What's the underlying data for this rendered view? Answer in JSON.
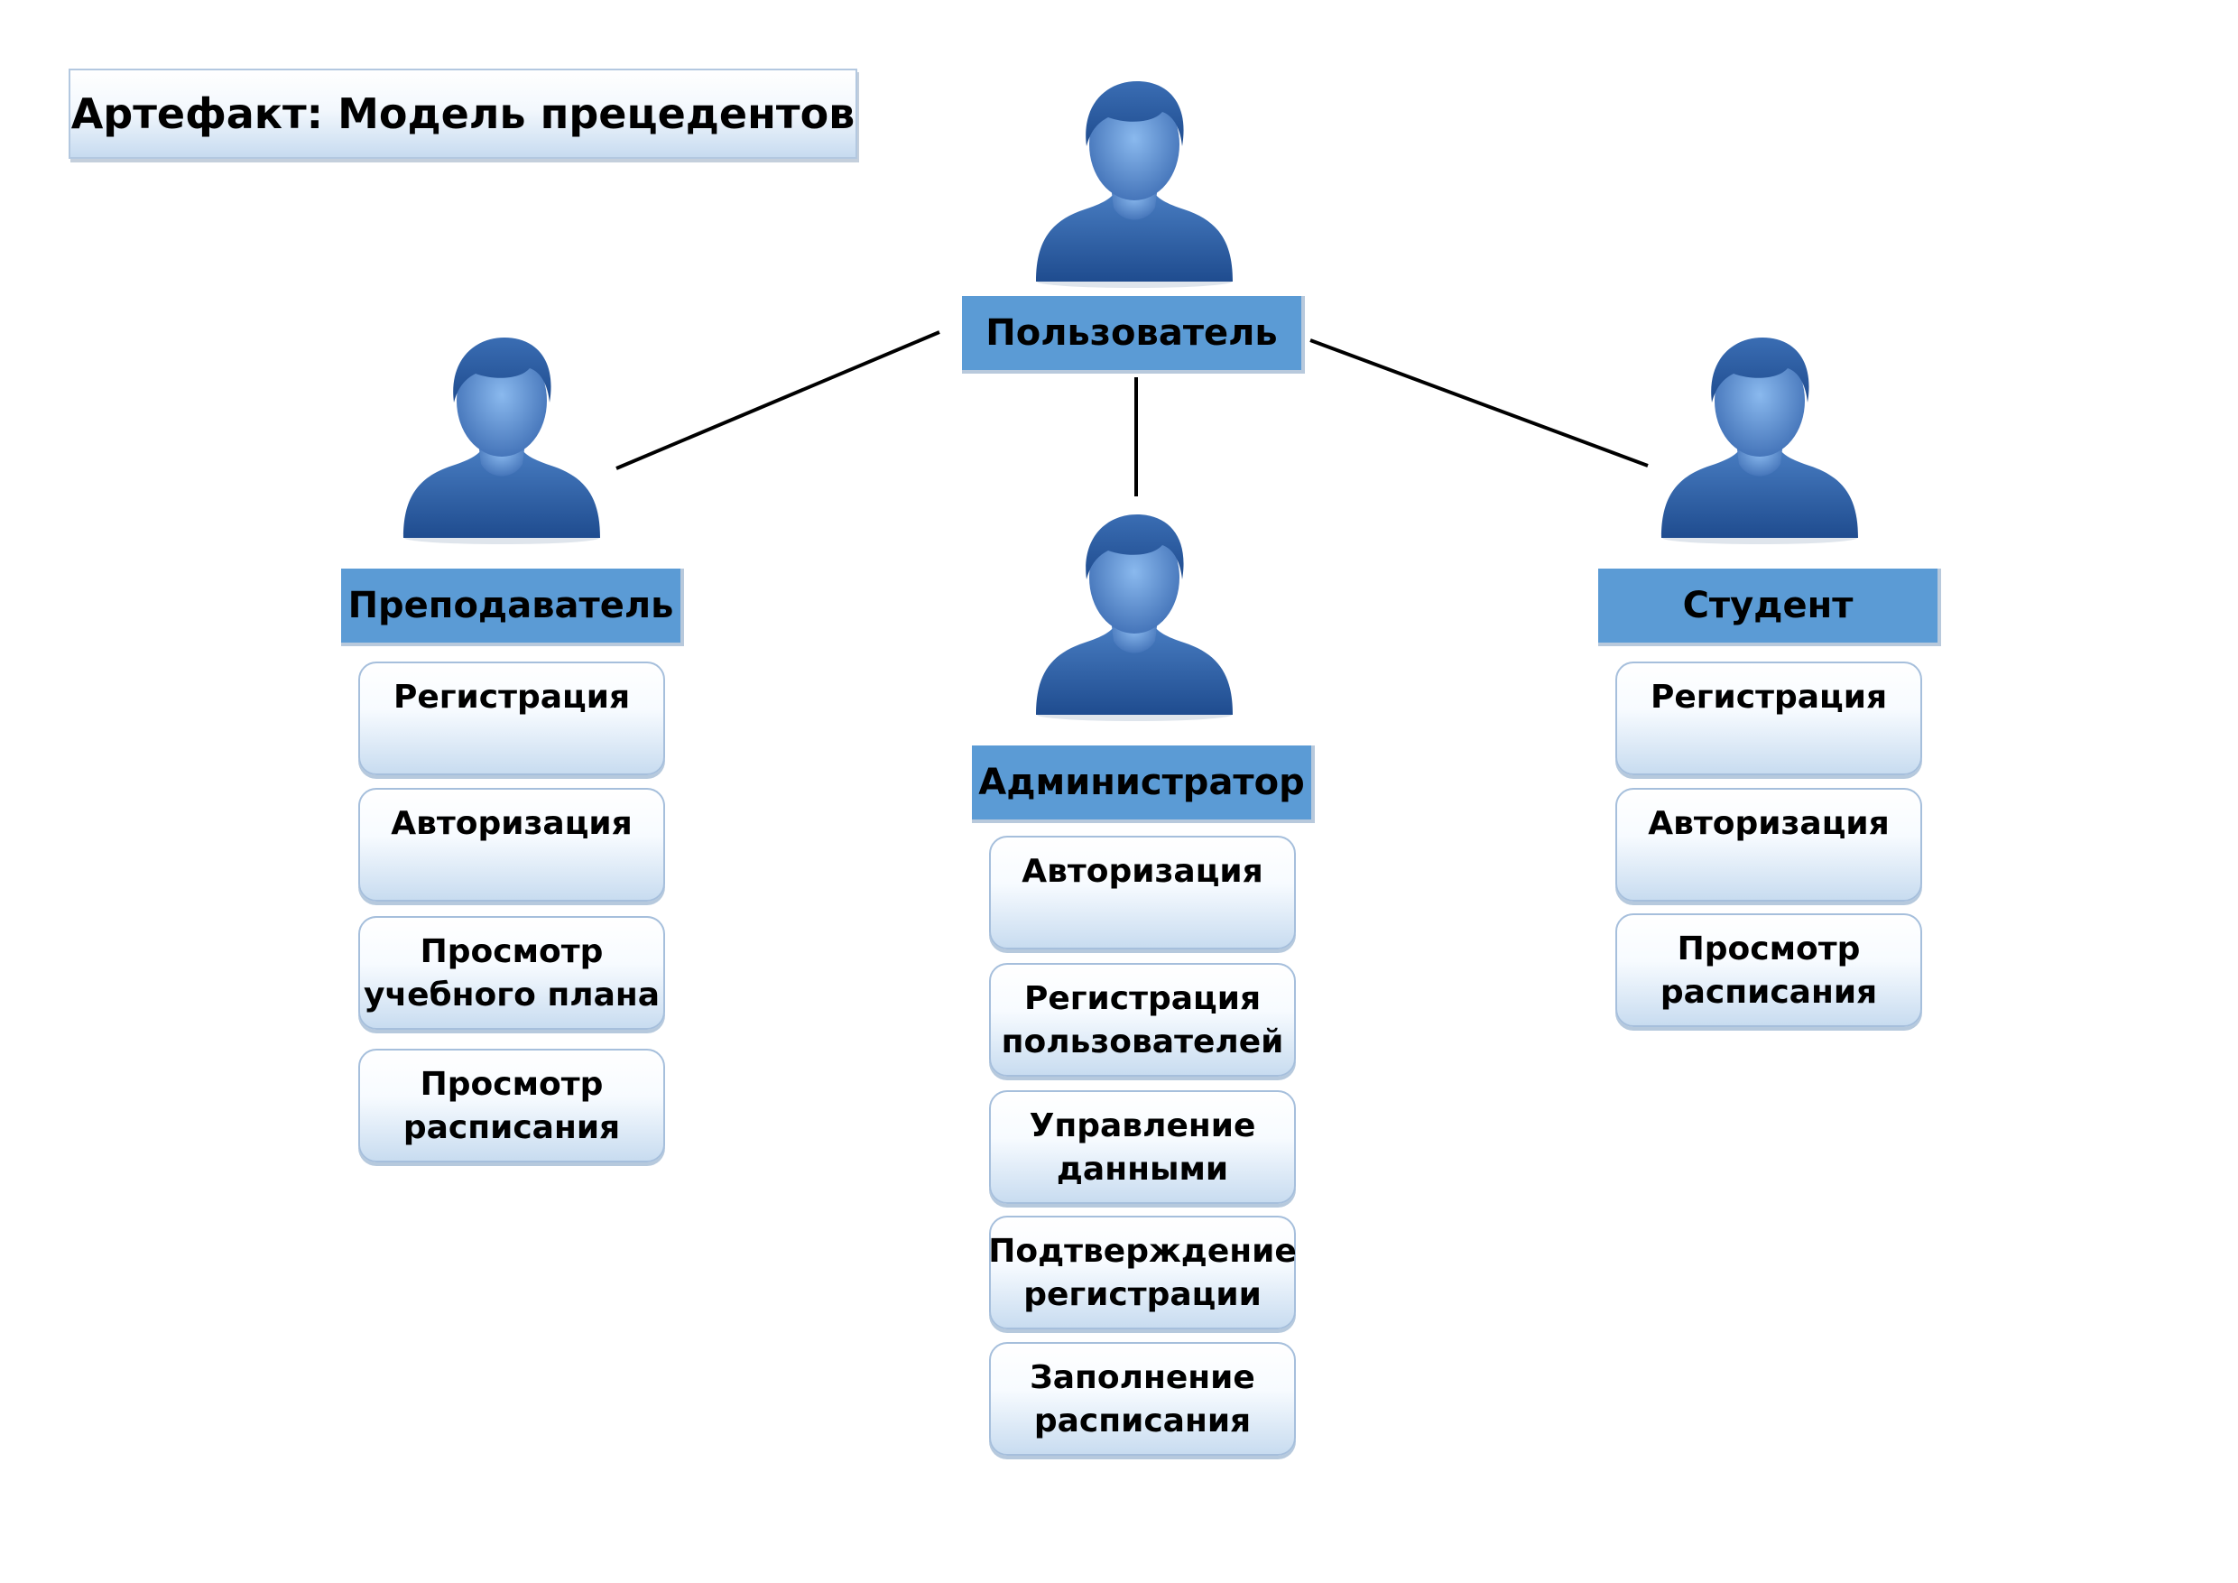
{
  "title": "Артефакт: Модель прецедентов",
  "icon": "user-silhouette-icon",
  "colors": {
    "role_fill": "#5b9bd5",
    "usecase_top": "#ffffff",
    "usecase_bottom": "#c8dcf0",
    "figure_dark": "#1f4c8f",
    "figure_light": "#8ab9ee"
  },
  "root": {
    "label": "Пользователь"
  },
  "roles": [
    {
      "label": "Преподаватель",
      "use_cases": [
        [
          "Регистрация"
        ],
        [
          "Авторизация"
        ],
        [
          "Просмотр",
          "учебного плана"
        ],
        [
          "Просмотр",
          "расписания"
        ]
      ]
    },
    {
      "label": "Администратор",
      "use_cases": [
        [
          "Авторизация"
        ],
        [
          "Регистрация",
          "пользователей"
        ],
        [
          "Управление",
          "данными"
        ],
        [
          "Подтверждение",
          "регистрации"
        ],
        [
          "Заполнение",
          "расписания"
        ]
      ]
    },
    {
      "label": "Студент",
      "use_cases": [
        [
          "Регистрация"
        ],
        [
          "Авторизация"
        ],
        [
          "Просмотр",
          "расписания"
        ]
      ]
    }
  ]
}
